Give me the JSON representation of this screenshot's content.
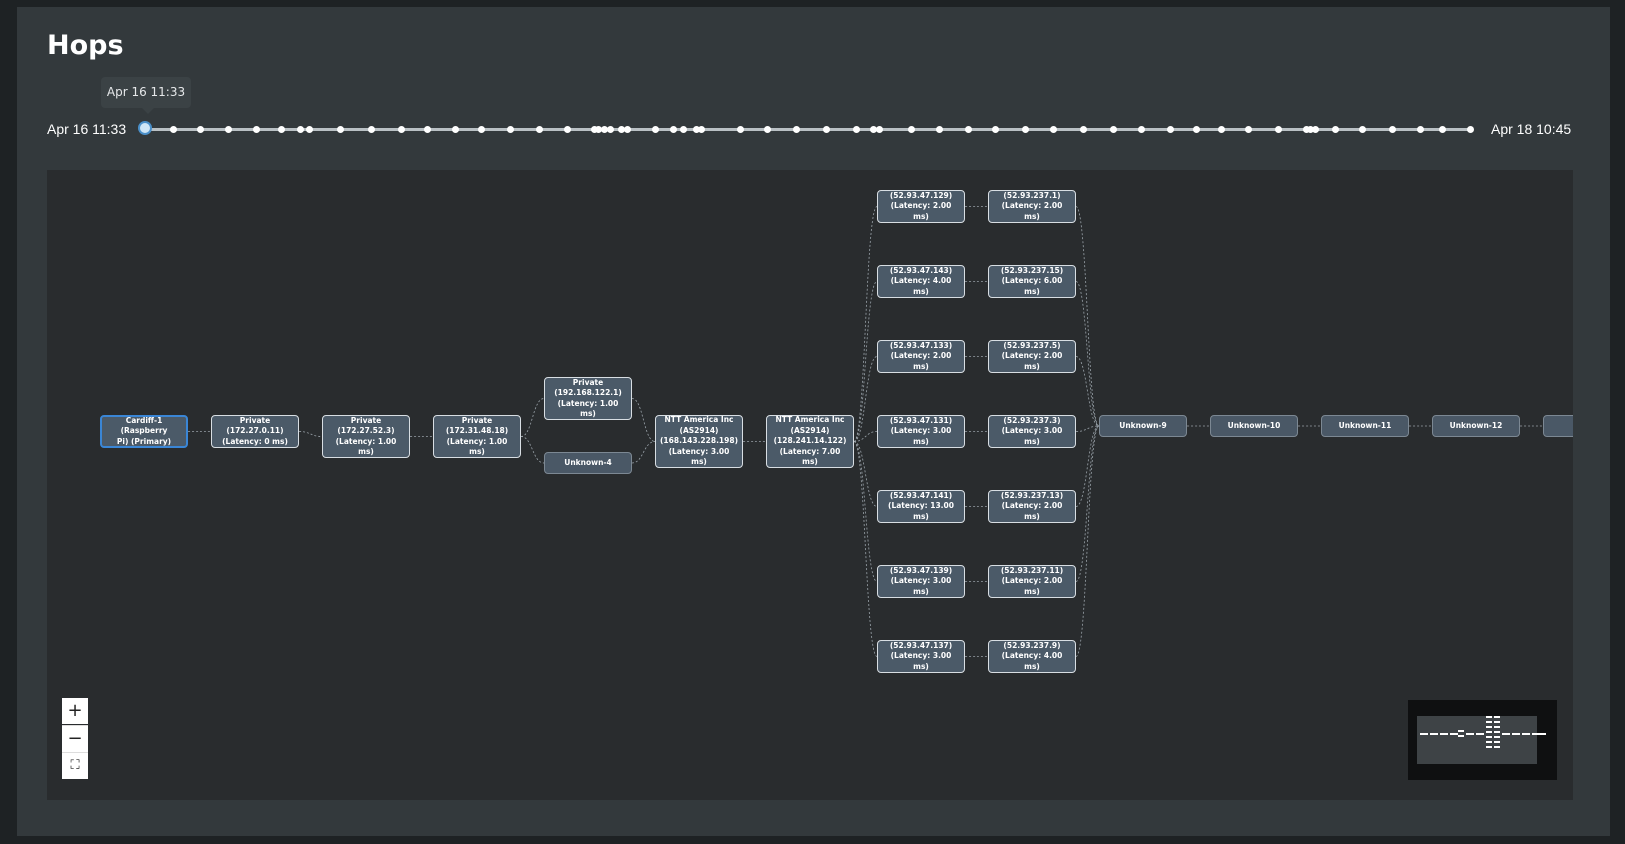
{
  "header": {
    "title": "Hops"
  },
  "timeline": {
    "tooltip": "Apr 16 11:33",
    "start_label": "Apr 16 11:33",
    "end_label": "Apr 18 10:45"
  },
  "graph": {
    "nodes": [
      {
        "id": "n0",
        "label": "Cardiff-1 (Raspberry\nPi) (Primary)"
      },
      {
        "id": "n1",
        "label": "Private (172.27.0.11)\n(Latency: 0 ms)"
      },
      {
        "id": "n2",
        "label": "Private\n(172.27.52.3)\n(Latency: 1.00 ms)"
      },
      {
        "id": "n3",
        "label": "Private\n(172.31.48.18)\n(Latency: 1.00 ms)"
      },
      {
        "id": "n4",
        "label": "Private\n(192.168.122.1)\n(Latency: 1.00 ms)"
      },
      {
        "id": "n5",
        "label": "Unknown-4"
      },
      {
        "id": "n6",
        "label": "NTT America Inc\n(AS2914)\n(168.143.228.198)\n(Latency: 3.00 ms)"
      },
      {
        "id": "n7",
        "label": "NTT America Inc\n(AS2914)\n(128.241.14.122)\n(Latency: 7.00 ms)"
      },
      {
        "id": "a0",
        "label": "(52.93.47.129)\n(Latency: 2.00 ms)"
      },
      {
        "id": "a1",
        "label": "(52.93.47.143)\n(Latency: 4.00 ms)"
      },
      {
        "id": "a2",
        "label": "(52.93.47.133)\n(Latency: 2.00 ms)"
      },
      {
        "id": "a3",
        "label": "(52.93.47.131)\n(Latency: 3.00 ms)"
      },
      {
        "id": "a4",
        "label": "(52.93.47.141)\n(Latency: 13.00 ms)"
      },
      {
        "id": "a5",
        "label": "(52.93.47.139)\n(Latency: 3.00 ms)"
      },
      {
        "id": "a6",
        "label": "(52.93.47.137)\n(Latency: 3.00 ms)"
      },
      {
        "id": "b0",
        "label": "(52.93.237.1)\n(Latency: 2.00 ms)"
      },
      {
        "id": "b1",
        "label": "(52.93.237.15)\n(Latency: 6.00 ms)"
      },
      {
        "id": "b2",
        "label": "(52.93.237.5)\n(Latency: 2.00 ms)"
      },
      {
        "id": "b3",
        "label": "(52.93.237.3)\n(Latency: 3.00 ms)"
      },
      {
        "id": "b4",
        "label": "(52.93.237.13)\n(Latency: 2.00 ms)"
      },
      {
        "id": "b5",
        "label": "(52.93.237.11)\n(Latency: 2.00 ms)"
      },
      {
        "id": "b6",
        "label": "(52.93.237.9)\n(Latency: 4.00 ms)"
      },
      {
        "id": "u9",
        "label": "Unknown-9"
      },
      {
        "id": "u10",
        "label": "Unknown-10"
      },
      {
        "id": "u11",
        "label": "Unknown-11"
      },
      {
        "id": "u12",
        "label": "Unknown-12"
      },
      {
        "id": "u13",
        "label": "Un"
      }
    ]
  },
  "controls": {
    "zoom_in_icon": "plus-icon",
    "zoom_out_icon": "minus-icon",
    "fit_icon": "fullscreen-icon"
  },
  "colors": {
    "node_fill": "#4b5a68",
    "node_border": "#d8dee3",
    "primary_border": "#3a86d6",
    "canvas_bg": "#292c2e",
    "panel_bg": "#33393c"
  }
}
